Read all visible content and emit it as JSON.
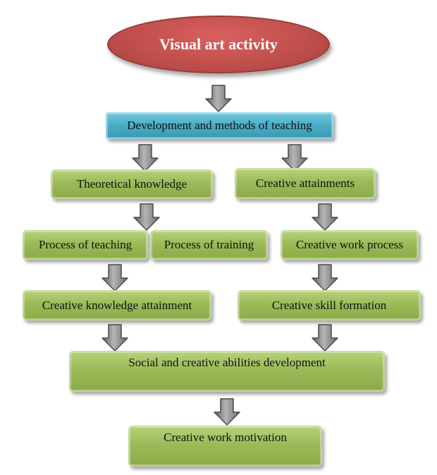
{
  "nodes": {
    "visual_art_activity": "Visual art activity",
    "development_methods": "Development and methods of teaching",
    "theoretical_knowledge": "Theoretical knowledge",
    "creative_attainments": "Creative attainments",
    "process_of_teaching": "Process of teaching",
    "process_of_training": "Process of training",
    "creative_work_process": "Creative work process",
    "creative_knowledge_attainment": "Creative knowledge attainment",
    "creative_skill_formation": "Creative skill formation",
    "social_creative_abilities": "Social and creative abilities development",
    "creative_work_motivation": "Creative work motivation"
  },
  "colors": {
    "ellipse_fill": "#c0504d",
    "header_fill": "#4bacc6",
    "box_fill": "#9bbb59",
    "arrow_fill": "#8c8c8c"
  }
}
